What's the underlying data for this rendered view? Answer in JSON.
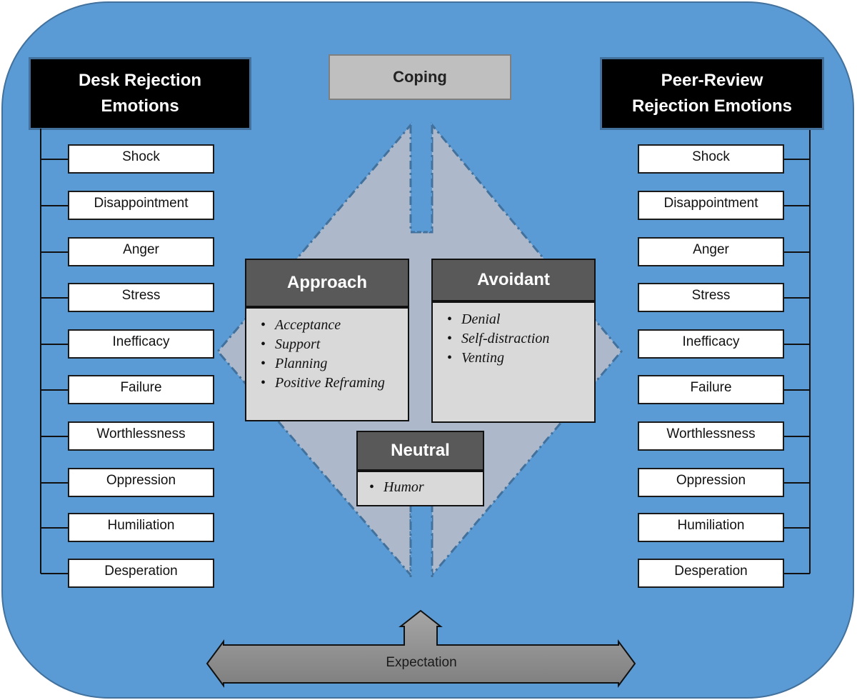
{
  "left_column": {
    "title_line1": "Desk Rejection",
    "title_line2": "Emotions",
    "emotions": [
      "Shock",
      "Disappointment",
      "Anger",
      "Stress",
      "Inefficacy",
      "Failure",
      "Worthlessness",
      "Oppression",
      "Humiliation",
      "Desperation"
    ]
  },
  "right_column": {
    "title_line1": "Peer-Review",
    "title_line2": "Rejection Emotions",
    "emotions": [
      "Shock",
      "Disappointment",
      "Anger",
      "Stress",
      "Inefficacy",
      "Failure",
      "Worthlessness",
      "Oppression",
      "Humiliation",
      "Desperation"
    ]
  },
  "center": {
    "title": "Coping",
    "approach": {
      "title": "Approach",
      "items": [
        "Acceptance",
        "Support",
        "Planning",
        "Positive Reframing"
      ]
    },
    "avoidant": {
      "title": "Avoidant",
      "items": [
        "Denial",
        "Self-distraction",
        "Venting"
      ]
    },
    "neutral": {
      "title": "Neutral",
      "items": [
        "Humor"
      ]
    }
  },
  "bottom": {
    "arrow_label": "Expectation"
  },
  "colors": {
    "background": "#5b9bd5",
    "diamond": "#adb9ca",
    "header_dark": "#595959",
    "box_light": "#d9d9d9",
    "arrow": "#8c8c8c"
  }
}
